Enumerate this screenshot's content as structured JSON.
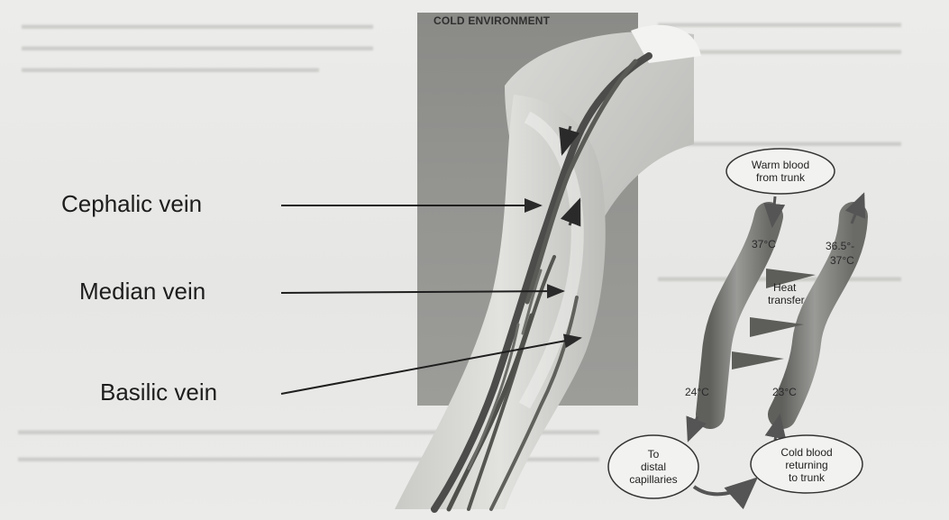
{
  "diagram": {
    "panel_title": "COLD ENVIRONMENT",
    "labels": {
      "cephalic": "Cephalic vein",
      "median": "Median vein",
      "basilic": "Basilic vein"
    },
    "countercurrent": {
      "warm_blood": [
        "Warm blood",
        "from trunk"
      ],
      "heat_transfer": [
        "Heat",
        "transfer"
      ],
      "to_distal": [
        "To",
        "distal",
        "capillaries"
      ],
      "cold_blood": [
        "Cold blood",
        "returning",
        "to trunk"
      ],
      "temps": {
        "artery_top": "37°C",
        "vein_top_1": "36.5°-",
        "vein_top_2": "37°C",
        "artery_bottom": "24°C",
        "vein_bottom": "23°C"
      }
    }
  },
  "colors": {
    "background": "#e9e9e7",
    "panel": "#939390",
    "vessel": "#7c7c79",
    "vein_dark": "#4c4c4a"
  }
}
